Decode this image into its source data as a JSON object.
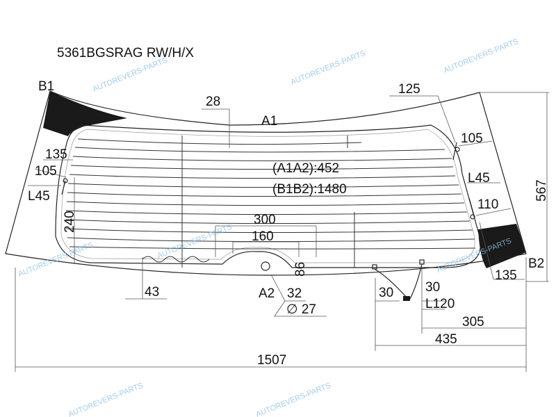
{
  "part_number": "5361BGSRAG RW/H/X",
  "watermark": "AUTOREVERS-PARTS",
  "points": {
    "b1": "B1",
    "b2": "B2",
    "a1": "A1",
    "a2": "A2"
  },
  "measurements": {
    "a1a2": "(A1A2):452",
    "b1b2": "(B1B2):1480"
  },
  "dimensions": {
    "d28": "28",
    "d125": "125",
    "d105_right": "105",
    "d135_left": "135",
    "d105_left": "105",
    "l45_left": "L45",
    "l45_right": "L45",
    "d240": "240",
    "d110": "110",
    "d135_right": "135",
    "d567": "567",
    "d300": "300",
    "d160": "160",
    "d86": "86",
    "d43": "43",
    "d32": "32",
    "d27": "∅ 27",
    "d30_left": "30",
    "d30_right": "30",
    "l120": "L120",
    "d305": "305",
    "d435": "435",
    "d1507": "1507"
  },
  "colors": {
    "outline": "#222222",
    "black_band": "#1a1a1a",
    "watermark": "#8cc0e8"
  }
}
